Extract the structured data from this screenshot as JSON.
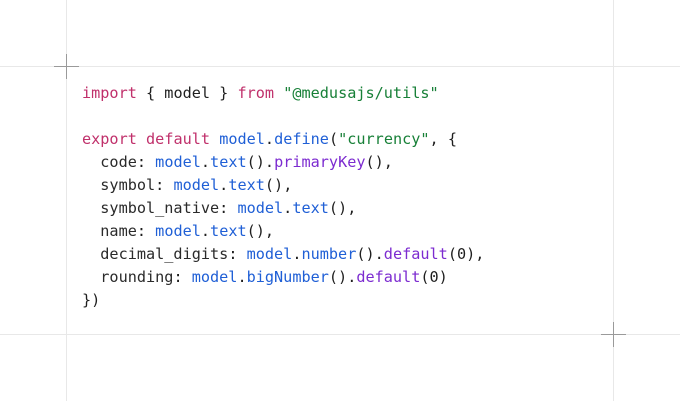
{
  "code": {
    "lines": [
      [
        {
          "t": "import",
          "k": "kw"
        },
        {
          "t": " { model } ",
          "k": "punct"
        },
        {
          "t": "from",
          "k": "kw"
        },
        {
          "t": " ",
          "k": "punct"
        },
        {
          "t": "\"@medusajs/utils\"",
          "k": "str"
        }
      ],
      [],
      [
        {
          "t": "export",
          "k": "kw"
        },
        {
          "t": " ",
          "k": "punct"
        },
        {
          "t": "default",
          "k": "kw"
        },
        {
          "t": " ",
          "k": "punct"
        },
        {
          "t": "model",
          "k": "fn"
        },
        {
          "t": ".",
          "k": "punct"
        },
        {
          "t": "define",
          "k": "fn"
        },
        {
          "t": "(",
          "k": "punct"
        },
        {
          "t": "\"currency\"",
          "k": "str"
        },
        {
          "t": ", {",
          "k": "punct"
        }
      ],
      [
        {
          "t": "  code",
          "k": "prop"
        },
        {
          "t": ": ",
          "k": "punct"
        },
        {
          "t": "model",
          "k": "fn"
        },
        {
          "t": ".",
          "k": "punct"
        },
        {
          "t": "text",
          "k": "fn"
        },
        {
          "t": "().",
          "k": "punct"
        },
        {
          "t": "primaryKey",
          "k": "mth"
        },
        {
          "t": "(),",
          "k": "punct"
        }
      ],
      [
        {
          "t": "  symbol",
          "k": "prop"
        },
        {
          "t": ": ",
          "k": "punct"
        },
        {
          "t": "model",
          "k": "fn"
        },
        {
          "t": ".",
          "k": "punct"
        },
        {
          "t": "text",
          "k": "fn"
        },
        {
          "t": "(),",
          "k": "punct"
        }
      ],
      [
        {
          "t": "  symbol_native",
          "k": "prop"
        },
        {
          "t": ": ",
          "k": "punct"
        },
        {
          "t": "model",
          "k": "fn"
        },
        {
          "t": ".",
          "k": "punct"
        },
        {
          "t": "text",
          "k": "fn"
        },
        {
          "t": "(),",
          "k": "punct"
        }
      ],
      [
        {
          "t": "  name",
          "k": "prop"
        },
        {
          "t": ": ",
          "k": "punct"
        },
        {
          "t": "model",
          "k": "fn"
        },
        {
          "t": ".",
          "k": "punct"
        },
        {
          "t": "text",
          "k": "fn"
        },
        {
          "t": "(),",
          "k": "punct"
        }
      ],
      [
        {
          "t": "  decimal_digits",
          "k": "prop"
        },
        {
          "t": ": ",
          "k": "punct"
        },
        {
          "t": "model",
          "k": "fn"
        },
        {
          "t": ".",
          "k": "punct"
        },
        {
          "t": "number",
          "k": "fn"
        },
        {
          "t": "().",
          "k": "punct"
        },
        {
          "t": "default",
          "k": "mth"
        },
        {
          "t": "(0),",
          "k": "punct"
        }
      ],
      [
        {
          "t": "  rounding",
          "k": "prop"
        },
        {
          "t": ": ",
          "k": "punct"
        },
        {
          "t": "model",
          "k": "fn"
        },
        {
          "t": ".",
          "k": "punct"
        },
        {
          "t": "bigNumber",
          "k": "fn"
        },
        {
          "t": "().",
          "k": "punct"
        },
        {
          "t": "default",
          "k": "mth"
        },
        {
          "t": "(0)",
          "k": "punct"
        }
      ],
      [
        {
          "t": "})",
          "k": "punct"
        }
      ]
    ]
  },
  "colors": {
    "keyword": "#c0306b",
    "string": "#188038",
    "function": "#1f5fd6",
    "method": "#7c2bd0",
    "text": "#1f1f1f",
    "guides": "#e8e8e8",
    "crosshair": "#9a9a9a"
  }
}
